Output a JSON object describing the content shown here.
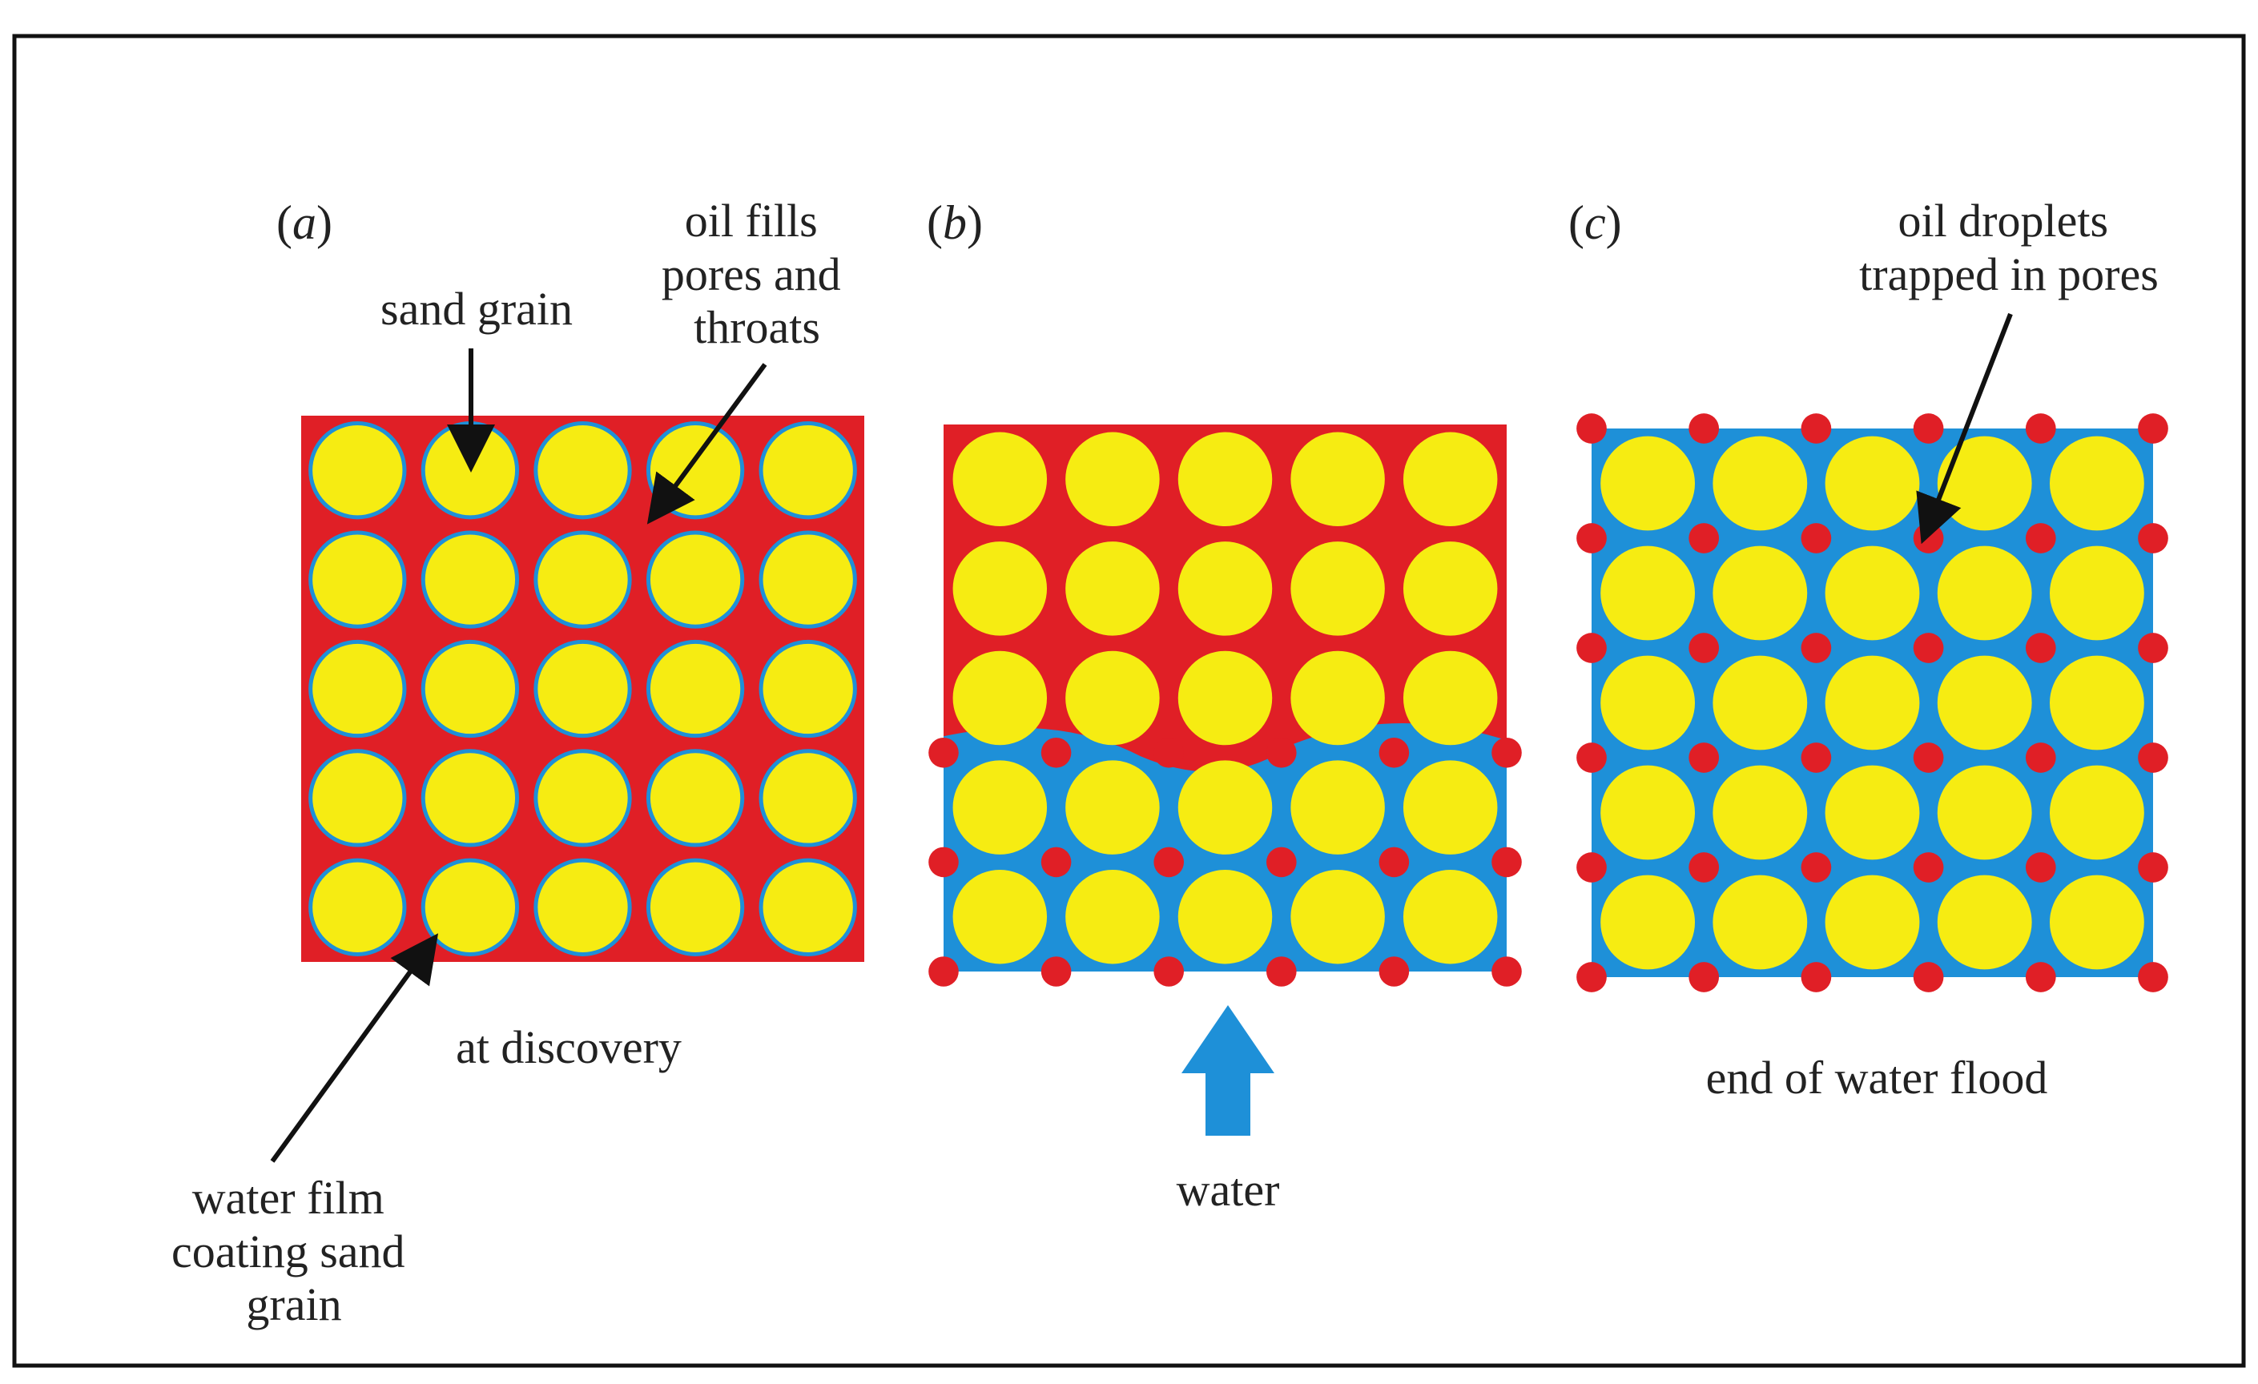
{
  "colors": {
    "oil": "#e01f26",
    "water": "#1e90d8",
    "grain": "#f6ec12",
    "arrow": "#111111",
    "text": "#222222",
    "frame": "#111111"
  },
  "panels": [
    {
      "id": "a",
      "id_text": "a",
      "caption": "at discovery",
      "background": "oil",
      "grid": {
        "rows": 5,
        "cols": 5
      },
      "annotations": [
        {
          "key": "sand_grain",
          "lines": [
            "sand grain"
          ]
        },
        {
          "key": "oil_fills",
          "lines": [
            "oil fills",
            "pores and",
            "throats"
          ]
        },
        {
          "key": "water_film",
          "lines": [
            "water film",
            "coating sand",
            "grain"
          ]
        }
      ]
    },
    {
      "id": "b",
      "id_text": "b",
      "caption": "water",
      "background": "oil",
      "grid": {
        "rows": 5,
        "cols": 5
      }
    },
    {
      "id": "c",
      "id_text": "c",
      "caption": "end of water flood",
      "background": "water",
      "grid": {
        "rows": 5,
        "cols": 5
      },
      "annotations": [
        {
          "key": "oil_droplets",
          "lines": [
            "oil droplets",
            "trapped in pores"
          ]
        }
      ]
    }
  ]
}
